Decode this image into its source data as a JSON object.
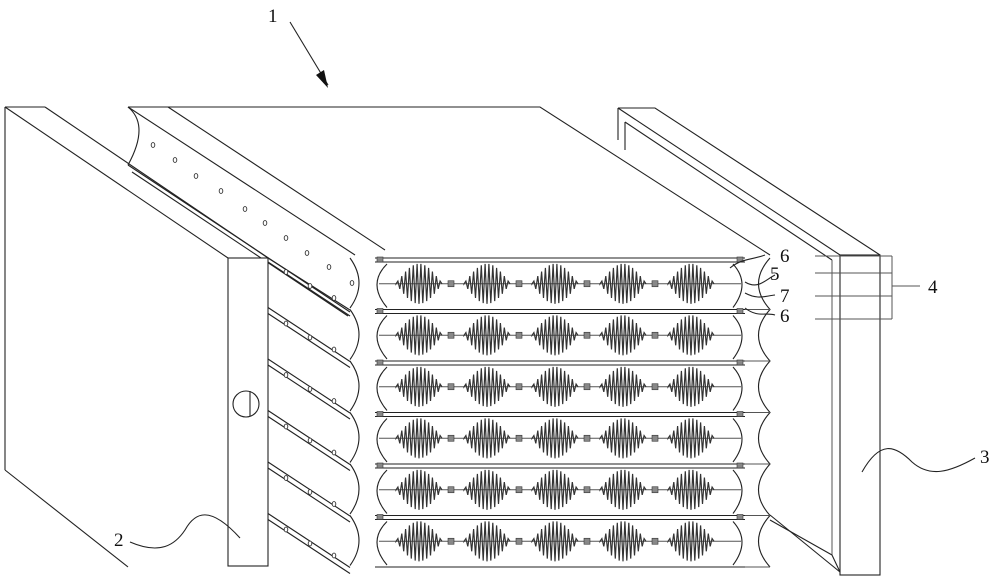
{
  "figure": {
    "callouts": [
      {
        "id": "assembly",
        "text": "1"
      },
      {
        "id": "left-plate",
        "text": "2"
      },
      {
        "id": "right-plate",
        "text": "3"
      },
      {
        "id": "group",
        "text": "4"
      },
      {
        "id": "tube",
        "text": "5"
      },
      {
        "id": "clip-top",
        "text": "6"
      },
      {
        "id": "wire",
        "text": "7"
      },
      {
        "id": "clip-bottom",
        "text": "6"
      }
    ],
    "rows": 6,
    "coils_per_row": 5,
    "stroke_color": "#222222",
    "background": "#ffffff"
  }
}
